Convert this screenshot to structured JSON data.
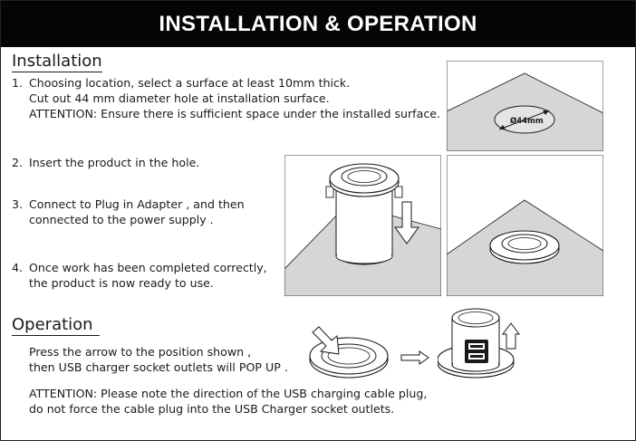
{
  "banner": {
    "title": "INSTALLATION & OPERATION"
  },
  "installation": {
    "heading": "Installation",
    "steps": [
      {
        "number": "1.",
        "lines": [
          "Choosing location, select a surface at least 10mm thick.",
          "Cut out 44 mm diameter hole at installation surface.",
          "ATTENTION: Ensure there is sufficient space under the installed surface."
        ]
      },
      {
        "number": "2.",
        "lines": [
          "Insert the product in the hole."
        ]
      },
      {
        "number": "3.",
        "lines": [
          "Connect to Plug in Adapter , and then",
          "connected to the power supply ."
        ]
      },
      {
        "number": "4.",
        "lines": [
          "Once work has been completed correctly,",
          "the product is now ready to use."
        ]
      }
    ],
    "hole_label": "Ø44mm"
  },
  "operation": {
    "heading": "Operation",
    "lines": [
      "Press the arrow to the position shown ,",
      "then USB charger socket outlets will POP UP ."
    ],
    "attention": [
      "ATTENTION: Please note the direction of the USB charging cable plug,",
      "do not force the cable plug into the USB Charger socket outlets."
    ]
  },
  "colors": {
    "banner_bg": "#050505",
    "panel_fill": "#d6d6d6",
    "line": "#1a1a1a"
  }
}
